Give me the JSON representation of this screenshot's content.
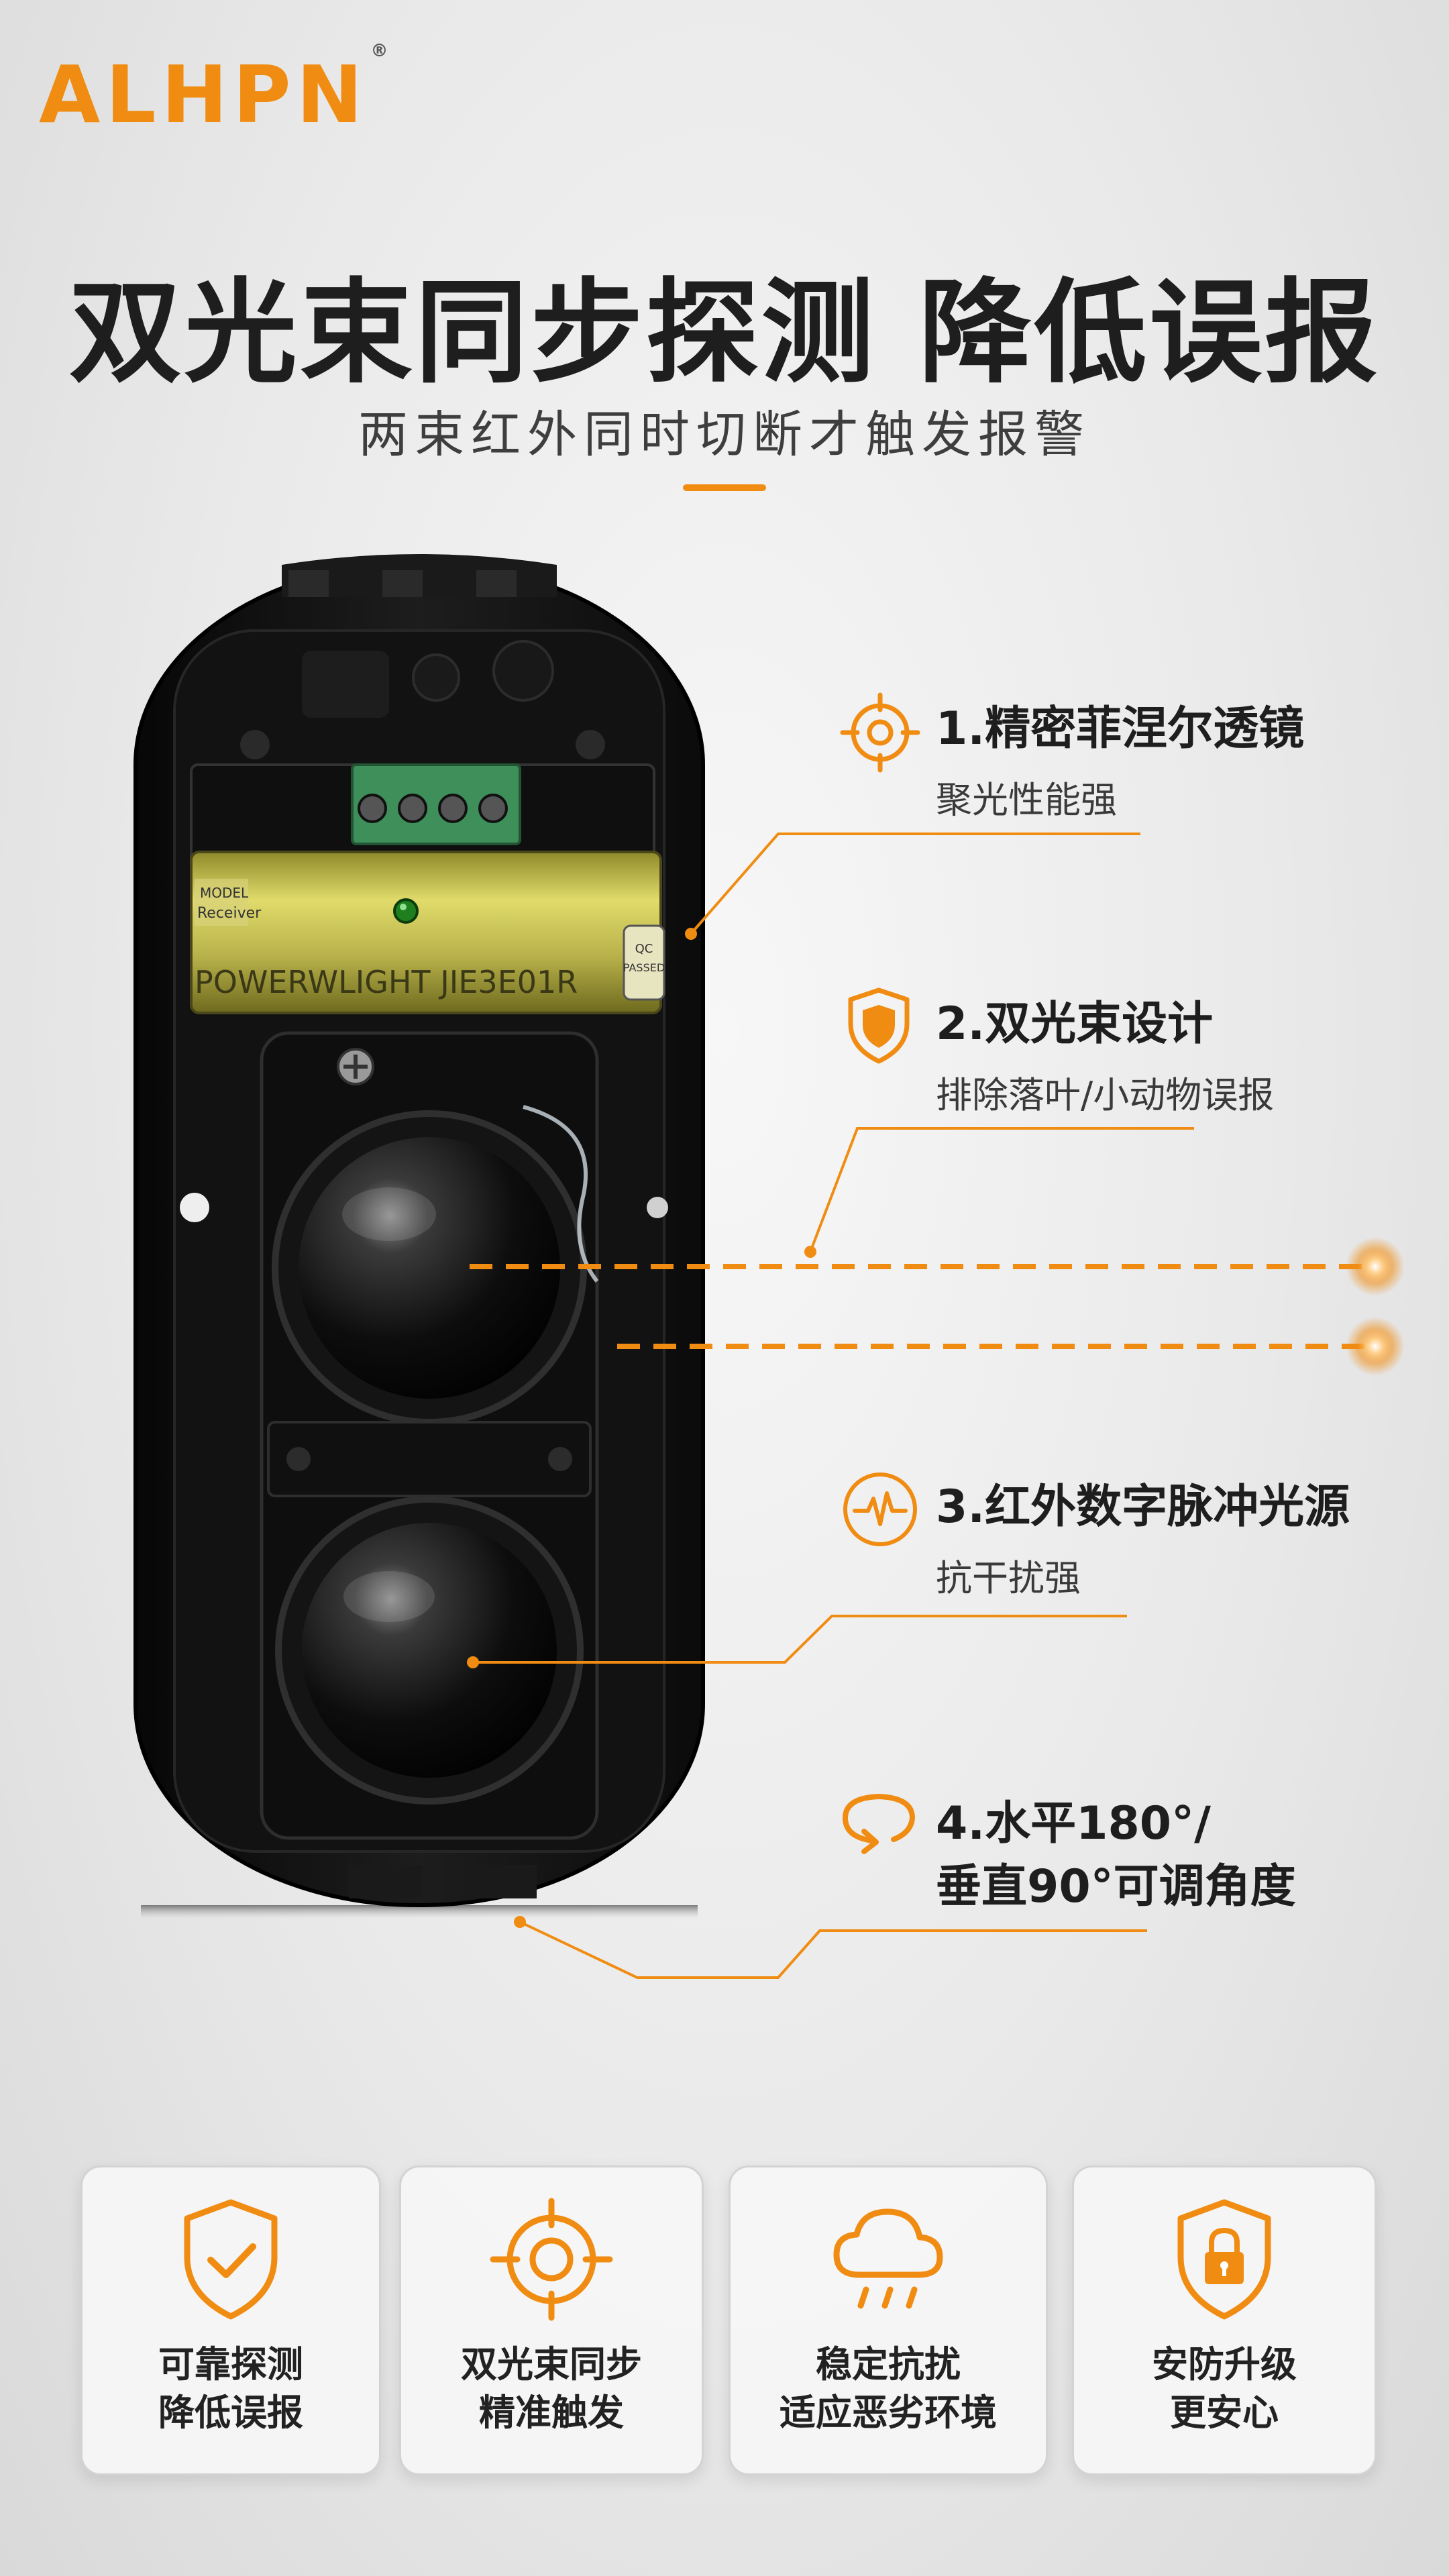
{
  "brand": {
    "name": "ALHPN",
    "registered": "®"
  },
  "headline": "双光束同步探测 降低误报",
  "subheadline": "两束红外同时切断才触发报警",
  "colors": {
    "accent": "#f08c12",
    "text": "#1e1e1e",
    "device": "#141414"
  },
  "device": {
    "label_model": "Receiver",
    "label_brand": "POWERWLIGHT JIE3E01R",
    "qc": [
      "QC",
      "PASSED"
    ]
  },
  "features": [
    {
      "title": "1.精密菲涅尔透镜",
      "subtitle": "聚光性能强",
      "icon": "crosshair-icon"
    },
    {
      "title": "2.双光束设计",
      "subtitle": "排除落叶/小动物误报",
      "icon": "shield-icon"
    },
    {
      "title": "3.红外数字脉冲光源",
      "subtitle": "抗干扰强",
      "icon": "pulse-icon"
    },
    {
      "title_line1": "4.水平180°/",
      "title_line2": "垂直90°可调角度",
      "icon": "rotate-icon"
    }
  ],
  "cards": [
    {
      "line1": "可靠探测",
      "line2": "降低误报",
      "icon": "shield-check-icon"
    },
    {
      "line1": "双光束同步",
      "line2": "精准触发",
      "icon": "target-icon"
    },
    {
      "line1": "稳定抗扰",
      "line2": "适应恶劣环境",
      "icon": "cloud-rain-icon"
    },
    {
      "line1": "安防升级",
      "line2": "更安心",
      "icon": "shield-lock-icon"
    }
  ]
}
